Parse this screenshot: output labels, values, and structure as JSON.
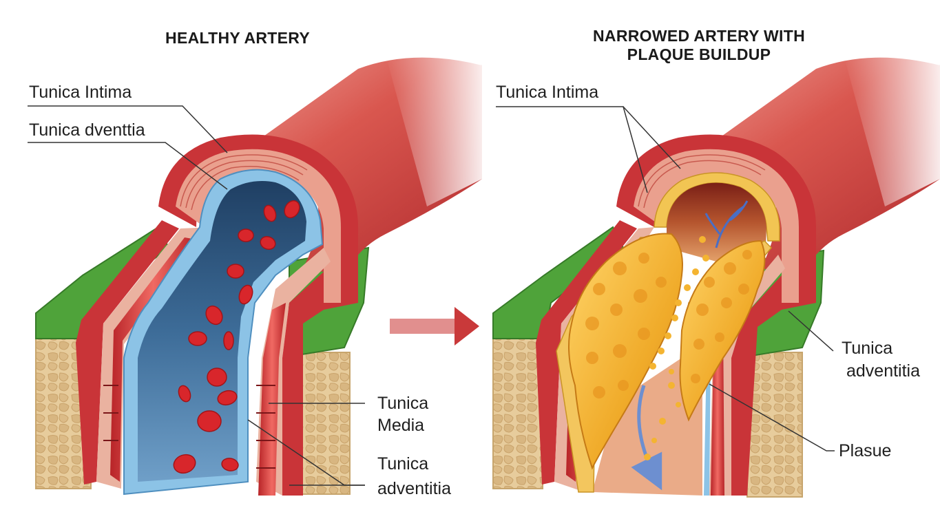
{
  "panels": {
    "healthy": {
      "title": "HEALTHY ARTERY",
      "labels": {
        "intima": "Tunica Intima",
        "adventitia_top": "Tunica dventtia",
        "media_line1": "Tunica",
        "media_line2": "Media",
        "adventitia_bottom_line1": "Tunica",
        "adventitia_bottom_line2": "adventitia"
      }
    },
    "narrowed": {
      "title_line1": "NARROWED ARTERY WITH",
      "title_line2": "PLAQUE BUILDUP",
      "labels": {
        "intima": "Tunica Intima",
        "adventitia_line1": "Tunica",
        "adventitia_line2": "adventitia",
        "plaque": "Plasue"
      }
    }
  },
  "colors": {
    "vessel_red": "#c9393a",
    "muscle_red": "#d9373b",
    "intima_blue": "#8cc3e6",
    "lumen_blue": "#3f6d98",
    "adventitia_green": "#4fa33a",
    "tissue_tan": "#e3c795",
    "plaque_yellow": "#f2b634",
    "arrow_red": "#c9393a"
  },
  "icons": {
    "transition_arrow": "arrow-right-icon"
  }
}
